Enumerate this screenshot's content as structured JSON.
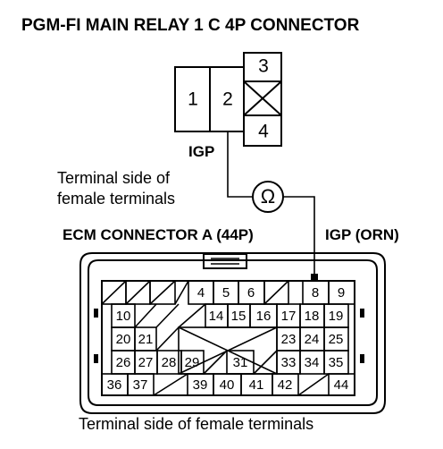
{
  "title": "PGM-FI MAIN RELAY 1 C 4P CONNECTOR",
  "relay_connector": {
    "terminals": [
      "1",
      "2",
      "3",
      "4"
    ],
    "igp_label": "IGP",
    "side_label_line1": "Terminal side of",
    "side_label_line2": "female terminals"
  },
  "meter_symbol": "Ω",
  "ecm_connector": {
    "title": "ECM CONNECTOR A (44P)",
    "wire_label": "IGP (ORN)",
    "row1": [
      "4",
      "5",
      "6",
      "8",
      "9"
    ],
    "row2": [
      "10",
      "14",
      "15",
      "16",
      "17",
      "18",
      "19"
    ],
    "row3": [
      "20",
      "21",
      "23",
      "24",
      "25"
    ],
    "row4": [
      "26",
      "27",
      "28",
      "29",
      "31",
      "33",
      "34",
      "35"
    ],
    "row5": [
      "36",
      "37",
      "39",
      "40",
      "41",
      "42",
      "44"
    ],
    "bottom_label": "Terminal side of female terminals"
  }
}
